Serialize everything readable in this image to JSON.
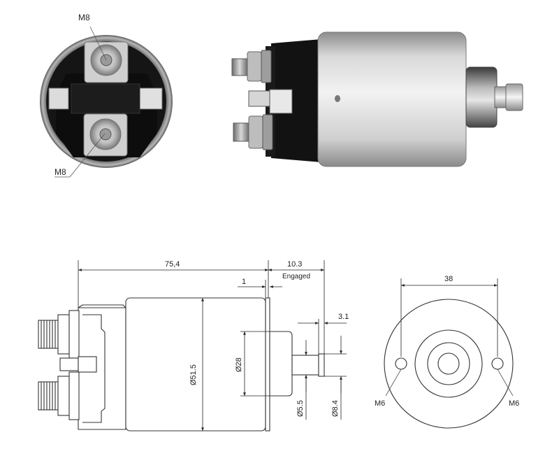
{
  "photo_labels": {
    "top_thread": "M8",
    "bottom_thread": "M8"
  },
  "side_view": {
    "overall_length": "75,4",
    "engaged_travel": "10.3",
    "engaged_label": "Engaged",
    "flange_gap": "1",
    "plunger_tip_length": "3.1",
    "body_diameter": "Ø51.5",
    "nose_diameter": "Ø28",
    "plunger_diameter": "Ø5.5",
    "tip_diameter": "Ø8.4"
  },
  "end_view": {
    "hole_spacing": "38",
    "left_hole_thread": "M6",
    "right_hole_thread": "M6"
  }
}
